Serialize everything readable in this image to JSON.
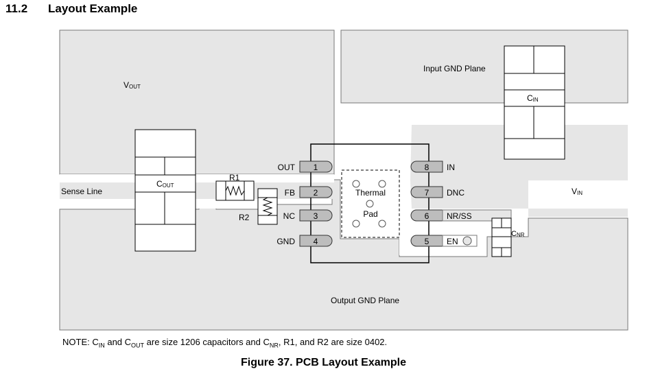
{
  "section": {
    "number": "11.2",
    "title": "Layout Example"
  },
  "diagram": {
    "vout_main": "V",
    "vout_sub": "OUT",
    "input_gnd_plane": "Input GND Plane",
    "output_gnd_plane": "Output GND Plane",
    "vin_main": "V",
    "vin_sub": "IN",
    "sense_line": "Sense Line",
    "cout_main": "C",
    "cout_sub": "OUT",
    "cin_main": "C",
    "cin_sub": "IN",
    "cnr_main": "C",
    "cnr_sub": "NR",
    "r1": "R1",
    "r2": "R2",
    "thermal": "Thermal",
    "pad": "Pad",
    "pins": [
      {
        "num": "1",
        "name": "OUT"
      },
      {
        "num": "2",
        "name": "FB"
      },
      {
        "num": "3",
        "name": "NC"
      },
      {
        "num": "4",
        "name": "GND"
      },
      {
        "num": "8",
        "name": "IN"
      },
      {
        "num": "7",
        "name": "DNC"
      },
      {
        "num": "6",
        "name": "NR/SS"
      },
      {
        "num": "5",
        "name": "EN"
      }
    ]
  },
  "note": {
    "prefix": "NOTE: ",
    "c1": "C",
    "c1_sub": "IN",
    "and": " and ",
    "c2": "C",
    "c2_sub": "OUT",
    "mid": " are size 1206 capacitors and ",
    "c3": "C",
    "c3_sub": "NR",
    "end": ", R1, and R2 are size 0402."
  },
  "caption": "Figure 37.  PCB Layout Example",
  "colors": {
    "plane": "#e6e6e6",
    "pin": "#bdbdbd",
    "trace": "#ffffff",
    "outline": "#777777"
  }
}
